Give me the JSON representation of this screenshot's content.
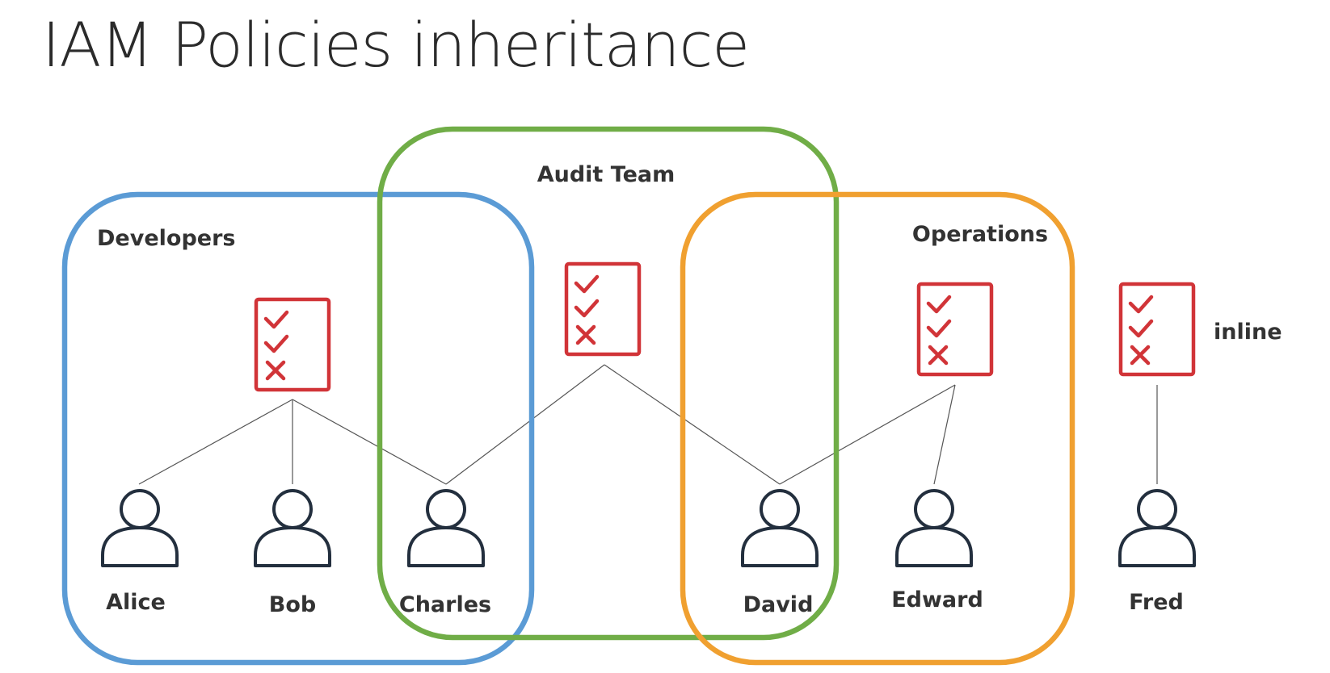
{
  "title": "IAM Policies inheritance",
  "groups": {
    "developers": {
      "label": "Developers",
      "color": "#5b9bd5"
    },
    "audit": {
      "label": "Audit Team",
      "color": "#70ad47"
    },
    "operations": {
      "label": "Operations",
      "color": "#f0a030"
    }
  },
  "users": {
    "alice": "Alice",
    "bob": "Bob",
    "charles": "Charles",
    "david": "David",
    "edward": "Edward",
    "fred": "Fred"
  },
  "inline_label": "inline",
  "colors": {
    "policy": "#d13438",
    "user_icon": "#232f3e",
    "connector": "#555555"
  },
  "icons": [
    "policy-document-icon",
    "user-icon",
    "checkmark-icon",
    "cross-icon"
  ]
}
